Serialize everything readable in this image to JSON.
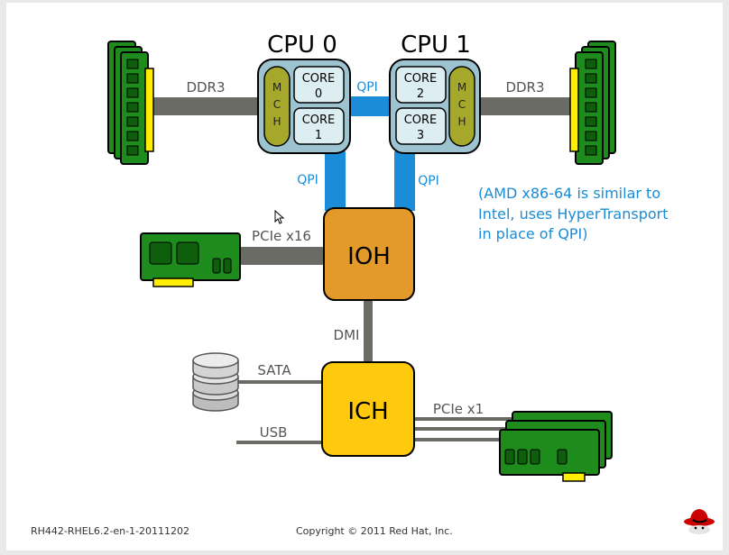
{
  "diagram": {
    "cpu0_title": "CPU 0",
    "cpu1_title": "CPU 1",
    "mch_label": "MCH",
    "core0": [
      "CORE",
      "0"
    ],
    "core1": [
      "CORE",
      "1"
    ],
    "core2": [
      "CORE",
      "2"
    ],
    "core3": [
      "CORE",
      "3"
    ],
    "qpi_top": "QPI",
    "qpi_left": "QPI",
    "qpi_right": "QPI",
    "ddr3_left": "DDR3",
    "ddr3_right": "DDR3",
    "ioh": "IOH",
    "pcie_x16": "PCIe x16",
    "dmi": "DMI",
    "ich": "ICH",
    "sata": "SATA",
    "usb": "USB",
    "pcie_x1": "PCIe x1",
    "note_lines": [
      "(AMD x86-64 is similar to",
      "Intel, uses HyperTransport",
      "in place of QPI)"
    ]
  },
  "footer": {
    "left": "RH442-RHEL6.2-en-1-20111202",
    "center": "Copyright © 2011 Red Hat, Inc."
  },
  "colors": {
    "qpi": "#1a8cd8",
    "note": "#1a8cd8",
    "bus_gray": "#6b6b66",
    "cpu_fill": "#9cc3cf",
    "core_fill": "#ddeef3",
    "mch_fill": "#a5a82a",
    "ioh_fill": "#e39a2b",
    "ich_fill": "#ffc90e",
    "board_green": "#1d8c1d",
    "dimm_yellow": "#ffee00"
  }
}
